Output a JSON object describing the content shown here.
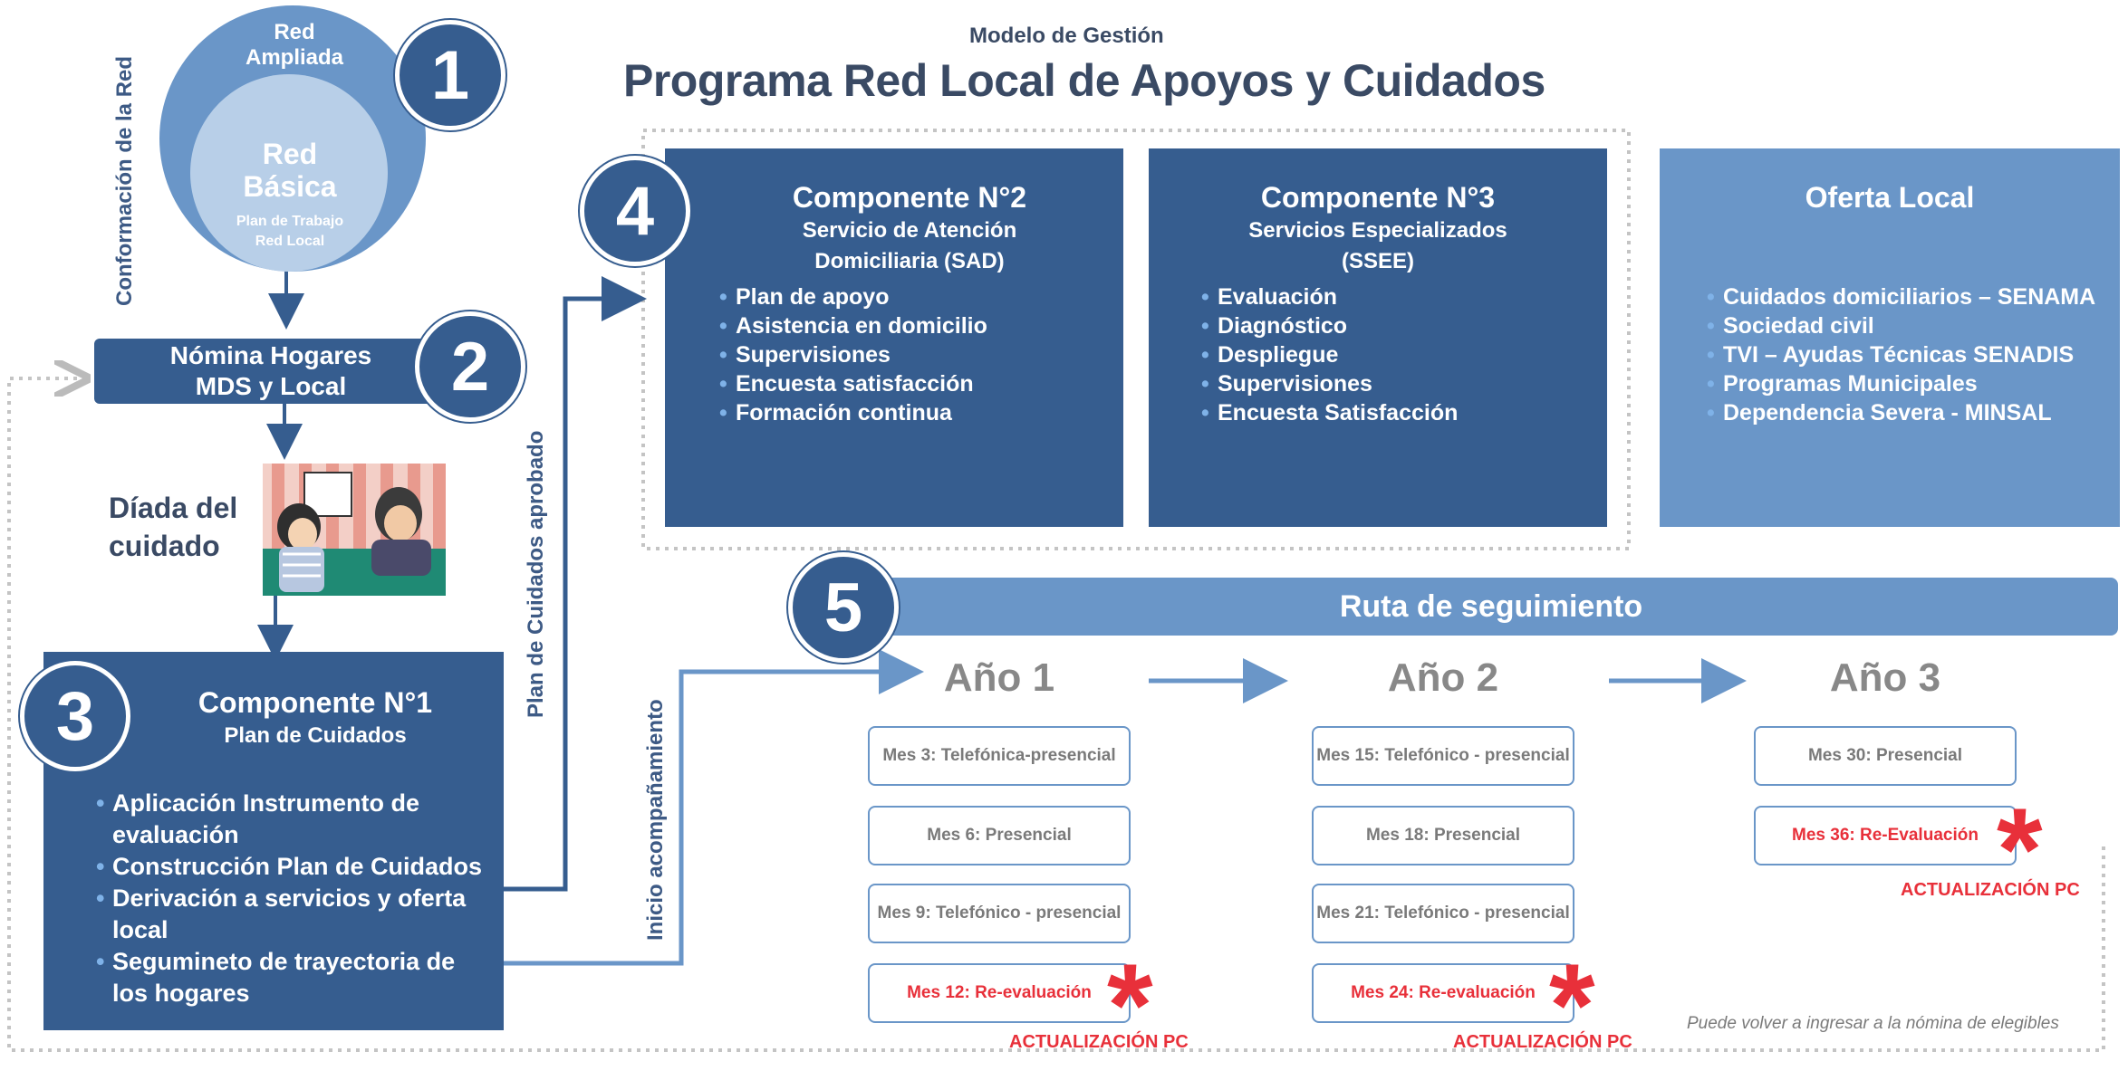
{
  "header": {
    "subtitle": "Modelo de Gestión",
    "title": "Programa Red Local de Apoyos y Cuidados"
  },
  "red": {
    "vertical_label": "Conformación de la Red",
    "ampliada": "Red Ampliada",
    "basica": "Red Básica",
    "plan": "Plan de Trabajo Red Local"
  },
  "badges": [
    "1",
    "2",
    "3",
    "4",
    "5"
  ],
  "nomina": "Nómina Hogares MDS y Local",
  "diada": "Díada del cuidado",
  "componente1": {
    "title": "Componente N°1",
    "subtitle": "Plan de Cuidados",
    "items": [
      "Aplicación Instrumento de evaluación",
      "Construcción Plan de Cuidados",
      "Derivación a servicios y oferta local",
      "Segumineto de trayectoria de los hogares"
    ]
  },
  "labels": {
    "plan_aprobado": "Plan de Cuidados aprobado",
    "inicio": "Inicio acompañamiento",
    "reingreso": "Puede volver a ingresar a la nómina de elegibles"
  },
  "componente2": {
    "title": "Componente N°2",
    "subtitle": "Servicio de Atención Domiciliaria (SAD)",
    "items": [
      "Plan de apoyo",
      "Asistencia en domicilio",
      "Supervisiones",
      "Encuesta satisfacción",
      "Formación continua"
    ]
  },
  "componente3": {
    "title": "Componente N°3",
    "subtitle": "Servicios Especializados (SSEE)",
    "items": [
      "Evaluación",
      "Diagnóstico",
      "Despliegue",
      "Supervisiones",
      "Encuesta Satisfacción"
    ]
  },
  "oferta": {
    "title": "Oferta Local",
    "items": [
      "Cuidados domiciliarios – SENAMA",
      "Sociedad civil",
      "TVI – Ayudas Técnicas SENADIS",
      "Programas Municipales",
      "Dependencia Severa - MINSAL"
    ]
  },
  "ruta": {
    "title": "Ruta de seguimiento",
    "years": [
      {
        "label": "Año 1",
        "meses": [
          "Mes 3: Telefónica-presencial",
          "Mes 6: Presencial",
          "Mes 9: Telefónico - presencial",
          "Mes 12: Re-evaluación"
        ],
        "actualizacion": "ACTUALIZACIÓN PC"
      },
      {
        "label": "Año 2",
        "meses": [
          "Mes 15: Telefónico - presencial",
          "Mes 18: Presencial",
          "Mes 21: Telefónico - presencial",
          "Mes 24: Re-evaluación"
        ],
        "actualizacion": "ACTUALIZACIÓN PC"
      },
      {
        "label": "Año 3",
        "meses": [
          "Mes 30: Presencial",
          "Mes 36: Re-Evaluación"
        ],
        "actualizacion": "ACTUALIZACIÓN PC"
      }
    ],
    "star": "*"
  },
  "colors": {
    "dark": "#365d8f",
    "light": "#6a96c8",
    "red": "#e8303a"
  }
}
